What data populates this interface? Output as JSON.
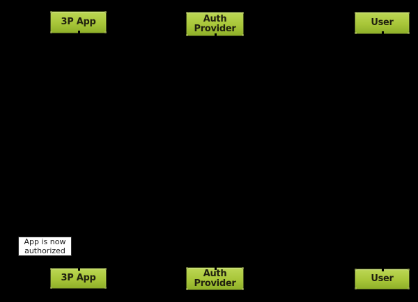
{
  "diagram": {
    "type": "sequence-diagram",
    "actors": [
      {
        "id": "3p-app",
        "label": "3P App"
      },
      {
        "id": "auth-provider",
        "label": "Auth Provider"
      },
      {
        "id": "user",
        "label": "User"
      }
    ],
    "note": {
      "text": "App is now authorized"
    }
  },
  "colors": {
    "background": "#000000",
    "actor_gradient_top": "#bcd754",
    "actor_gradient_mid": "#a8c639",
    "actor_gradient_bottom": "#8fb029",
    "actor_border": "#44511a",
    "actor_text": "#20200f",
    "note_bg": "#ffffff",
    "note_border": "#2b2b2b",
    "note_text": "#1b1b1b",
    "lifeline_stub": "#000000",
    "handle": "#d7e878"
  }
}
